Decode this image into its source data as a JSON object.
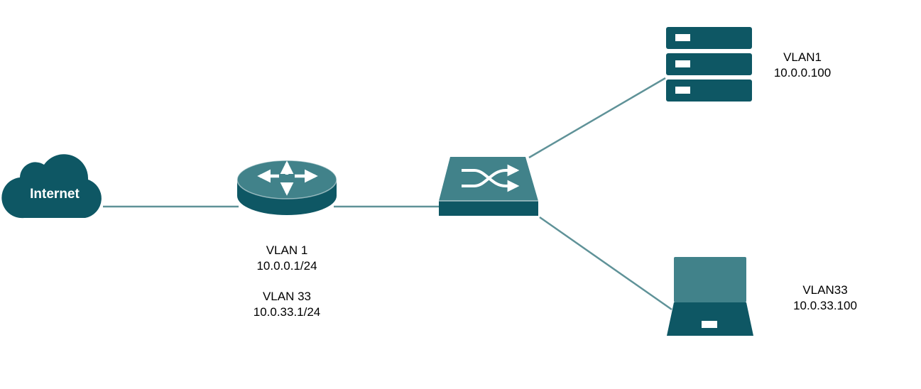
{
  "colors": {
    "device": "#0e5764",
    "device_light": "#41828a",
    "link": "#5f9298",
    "background": "#ffffff"
  },
  "devices": {
    "internet": {
      "icon": "cloud-icon",
      "label": "Internet"
    },
    "router": {
      "icon": "router-icon",
      "interfaces": [
        {
          "vlan": "VLAN 1",
          "ip": "10.0.0.1/24"
        },
        {
          "vlan": "VLAN 33",
          "ip": "10.0.33.1/24"
        }
      ]
    },
    "switch": {
      "icon": "switch-icon"
    },
    "server": {
      "icon": "server-icon",
      "vlan": "VLAN1",
      "ip": "10.0.0.100"
    },
    "laptop": {
      "icon": "laptop-icon",
      "vlan": "VLAN33",
      "ip": "10.0.33.100"
    }
  }
}
